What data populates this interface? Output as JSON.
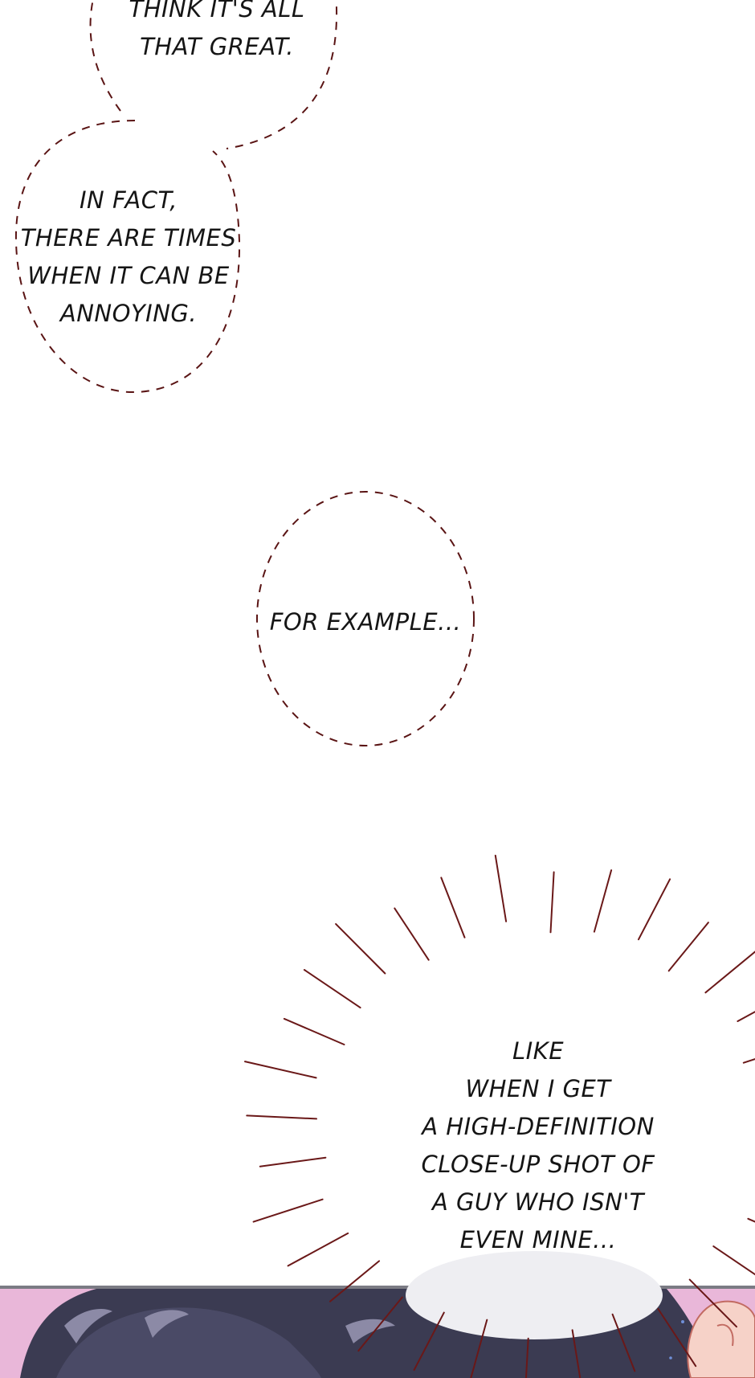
{
  "bubbles": {
    "top": {
      "lines": [
        "THINK IT'S ALL",
        "THAT GREAT."
      ]
    },
    "in_fact": {
      "lines": [
        "IN FACT,",
        "THERE ARE TIMES",
        "WHEN IT CAN BE",
        "ANNOYING."
      ]
    },
    "example": {
      "lines": [
        "FOR EXAMPLE..."
      ]
    },
    "like": {
      "lines": [
        "LIKE",
        "WHEN I GET",
        "A HIGH-DEFINITION",
        "CLOSE-UP SHOT OF",
        "A GUY WHO ISN'T",
        "EVEN MINE..."
      ]
    }
  },
  "colors": {
    "dash_stroke": "#5a1414",
    "burst_stroke": "#6a1818",
    "text": "#151515",
    "panel_border": "#7b7b84",
    "panel_background": "#e9b7d9",
    "hair": "#3b3b52",
    "hair_highlight": "#8c8aa6",
    "skin": "#f6d2c8"
  }
}
